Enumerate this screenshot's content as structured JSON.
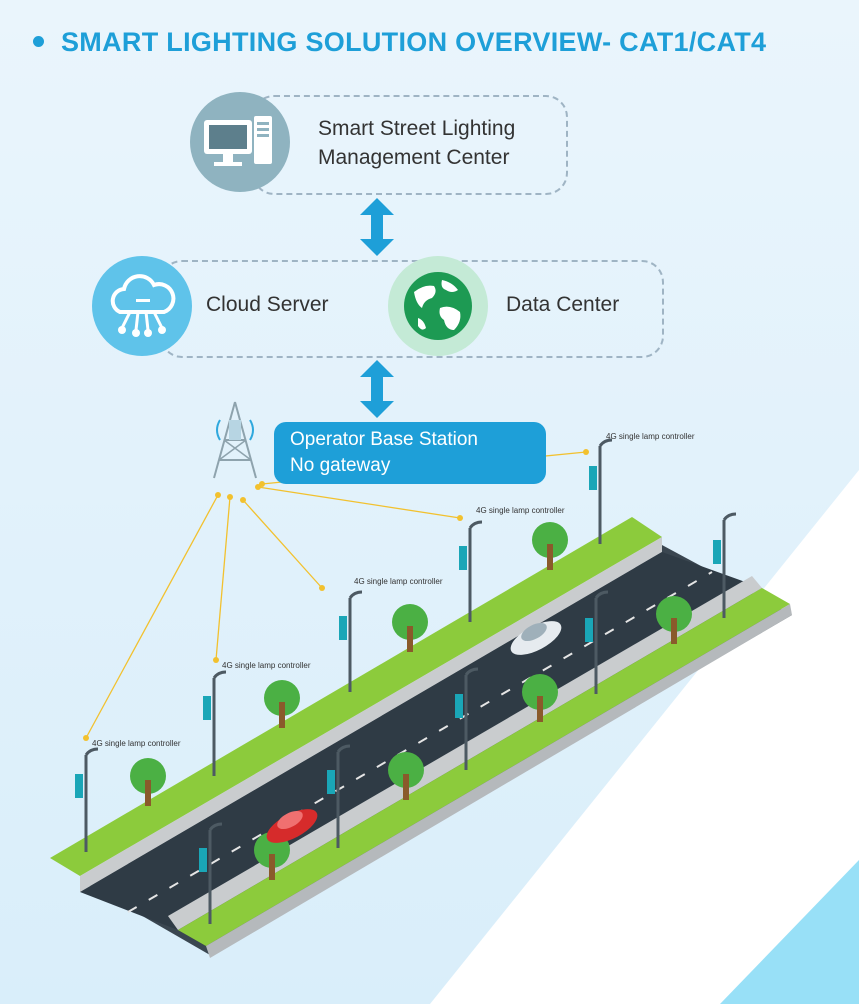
{
  "title": "SMART LIGHTING SOLUTION OVERVIEW- CAT1/CAT4",
  "management_center": {
    "line1": "Smart  Street Lighting",
    "line2": "Management Center",
    "icon": "computer-icon"
  },
  "cloud_server": {
    "label": "Cloud Server",
    "icon": "cloud-icon"
  },
  "data_center": {
    "label": "Data Center",
    "icon": "globe-icon"
  },
  "base_station": {
    "line1": "Operator Base Station",
    "line2": "No gateway",
    "icon": "cell-tower-icon"
  },
  "controller_label": "4G single lamp controller",
  "colors": {
    "accent": "#1e9fd8",
    "grass": "#8ccb3c",
    "road": "#2f3b45",
    "link": "#f2c12e",
    "car_red": "#d62b2b",
    "car_white": "#e6ebef"
  }
}
